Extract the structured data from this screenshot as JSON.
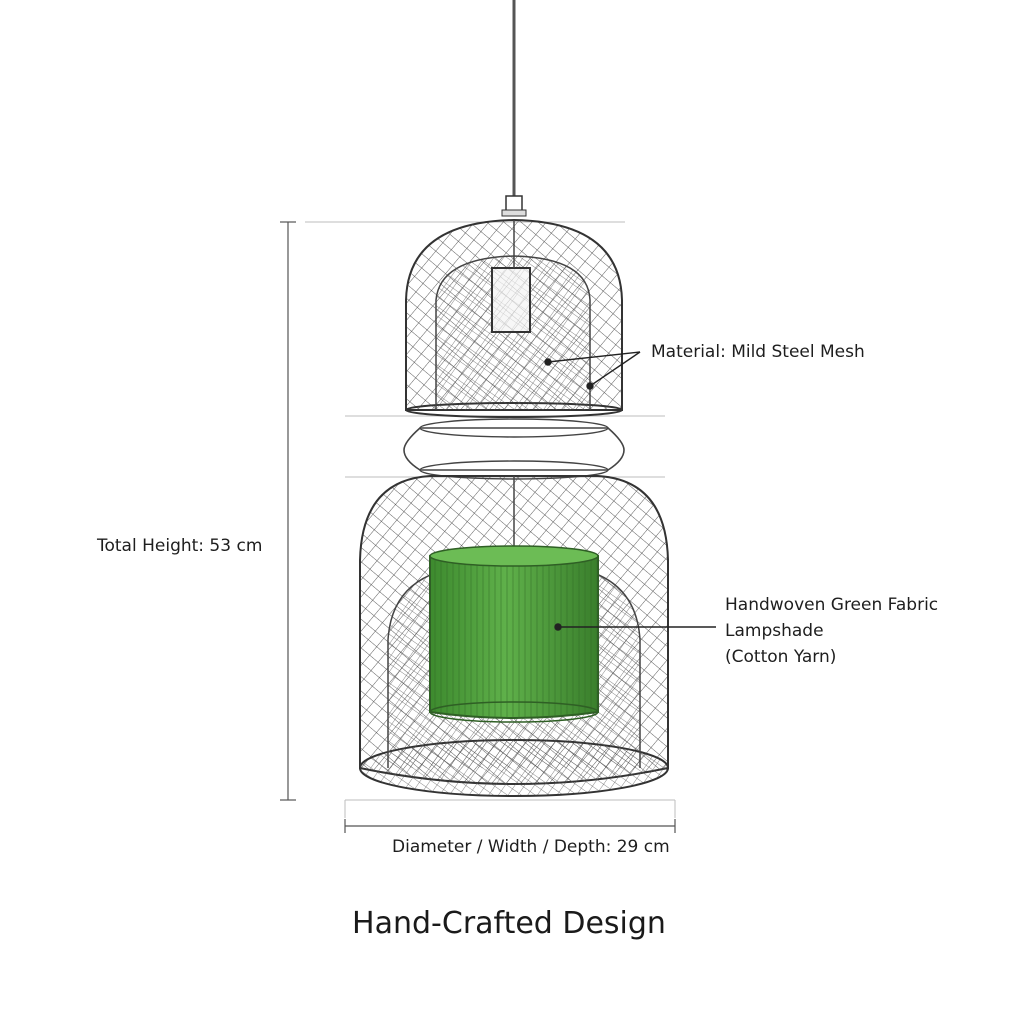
{
  "annotations": {
    "total_height": "Total Height: 53 cm",
    "material": "Material: Mild Steel Mesh",
    "fabric_line1": "Handwoven Green Fabric",
    "fabric_line2": "Lampshade",
    "fabric_line3": "(Cotton Yarn)",
    "diameter": "Diameter / Width / Depth: 29 cm"
  },
  "title": "Hand-Crafted Design",
  "colors": {
    "line": "#3a3a3a",
    "mesh": "#505050",
    "fabric_green": "#4f9a3c",
    "fabric_dark": "#2f6a25",
    "text": "#1e1e1e"
  }
}
